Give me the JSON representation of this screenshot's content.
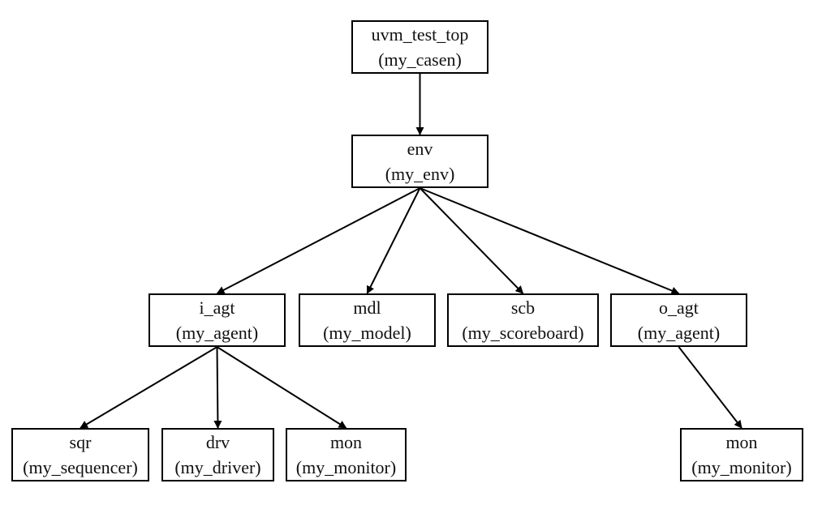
{
  "colors": {
    "line": "#000000",
    "text": "#111111",
    "background": "#ffffff"
  },
  "nodes": [
    {
      "id": "top",
      "name": "uvm_test_top",
      "type": "(my_casen)"
    },
    {
      "id": "env",
      "name": "env",
      "type": "(my_env)"
    },
    {
      "id": "i_agt",
      "name": "i_agt",
      "type": "(my_agent)"
    },
    {
      "id": "mdl",
      "name": "mdl",
      "type": "(my_model)"
    },
    {
      "id": "scb",
      "name": "scb",
      "type": "(my_scoreboard)"
    },
    {
      "id": "o_agt",
      "name": "o_agt",
      "type": "(my_agent)"
    },
    {
      "id": "sqr",
      "name": "sqr",
      "type": "(my_sequencer)"
    },
    {
      "id": "drv",
      "name": "drv",
      "type": "(my_driver)"
    },
    {
      "id": "mon_i",
      "name": "mon",
      "type": "(my_monitor)"
    },
    {
      "id": "mon_o",
      "name": "mon",
      "type": "(my_monitor)"
    }
  ],
  "edges": [
    {
      "from": "top",
      "to": "env"
    },
    {
      "from": "env",
      "to": "i_agt"
    },
    {
      "from": "env",
      "to": "mdl"
    },
    {
      "from": "env",
      "to": "scb"
    },
    {
      "from": "env",
      "to": "o_agt"
    },
    {
      "from": "i_agt",
      "to": "sqr"
    },
    {
      "from": "i_agt",
      "to": "drv"
    },
    {
      "from": "i_agt",
      "to": "mon_i"
    },
    {
      "from": "o_agt",
      "to": "mon_o"
    }
  ]
}
